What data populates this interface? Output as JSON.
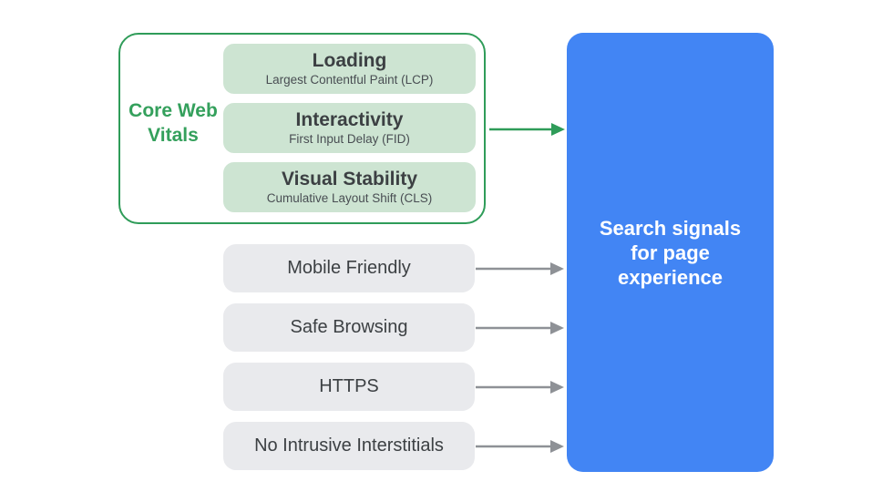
{
  "diagram": {
    "core_web_vitals": {
      "label": "Core Web Vitals",
      "items": [
        {
          "title": "Loading",
          "subtitle": "Largest Contentful Paint (LCP)"
        },
        {
          "title": "Interactivity",
          "subtitle": "First Input Delay (FID)"
        },
        {
          "title": "Visual Stability",
          "subtitle": "Cumulative Layout Shift (CLS)"
        }
      ]
    },
    "signals": [
      {
        "label": "Mobile Friendly"
      },
      {
        "label": "Safe Browsing"
      },
      {
        "label": "HTTPS"
      },
      {
        "label": "No Intrusive Interstitials"
      }
    ],
    "result_box": {
      "label": "Search signals for page experience"
    },
    "colors": {
      "green_border": "#2f9c59",
      "green_text": "#34a05c",
      "light_green_box": "#cde4d2",
      "blue_box": "#4285f4",
      "gray_box": "#e9eaed",
      "gray_arrow": "#8e9196",
      "dark_text": "#3c4043",
      "white_text": "#ffffff"
    }
  }
}
